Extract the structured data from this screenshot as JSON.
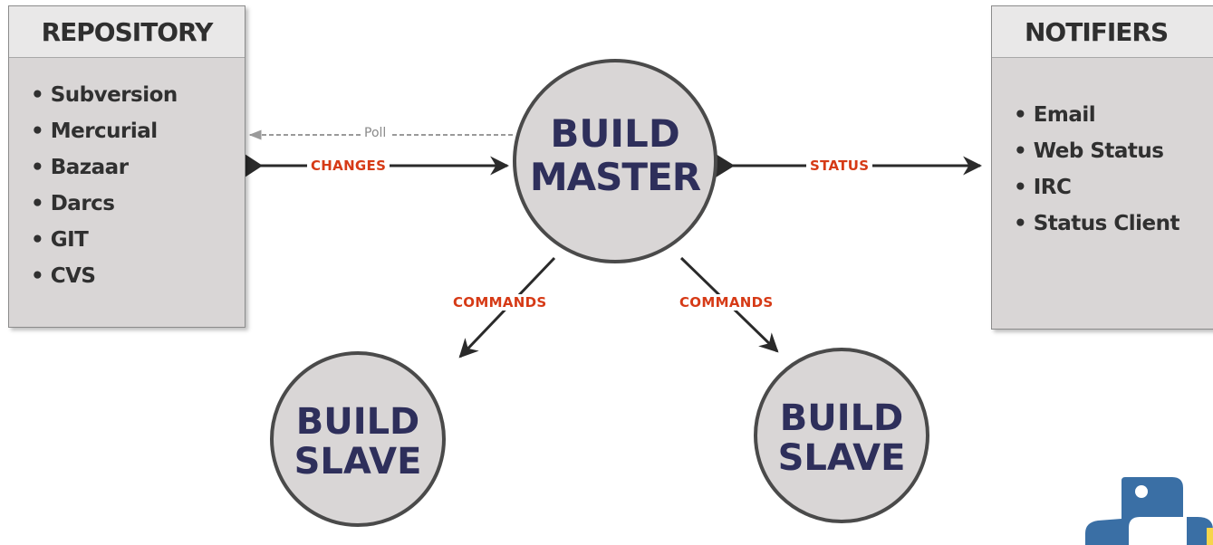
{
  "repository": {
    "title": "REPOSITORY",
    "items": [
      "Subversion",
      "Mercurial",
      "Bazaar",
      "Darcs",
      "GIT",
      "CVS"
    ]
  },
  "notifiers": {
    "title": "NOTIFIERS",
    "items": [
      "Email",
      "Web Status",
      "IRC",
      "Status Client"
    ]
  },
  "build_master": {
    "line1": "BUILD",
    "line2": "MASTER"
  },
  "build_slaves": [
    {
      "line1": "BUILD",
      "line2": "SLAVE"
    },
    {
      "line1": "BUILD",
      "line2": "SLAVE"
    }
  ],
  "edges": {
    "poll": "Poll",
    "changes": "CHANGES",
    "status": "STATUS",
    "commands_left": "COMMANDS",
    "commands_right": "COMMANDS"
  },
  "colors": {
    "label_red": "#d63a16",
    "circle_text_navy": "#2e2f5b",
    "node_fill": "#d9d6d6",
    "python_blue": "#3a6fa5",
    "python_yellow": "#f6d54b"
  },
  "icons": [
    "python-logo-icon"
  ]
}
